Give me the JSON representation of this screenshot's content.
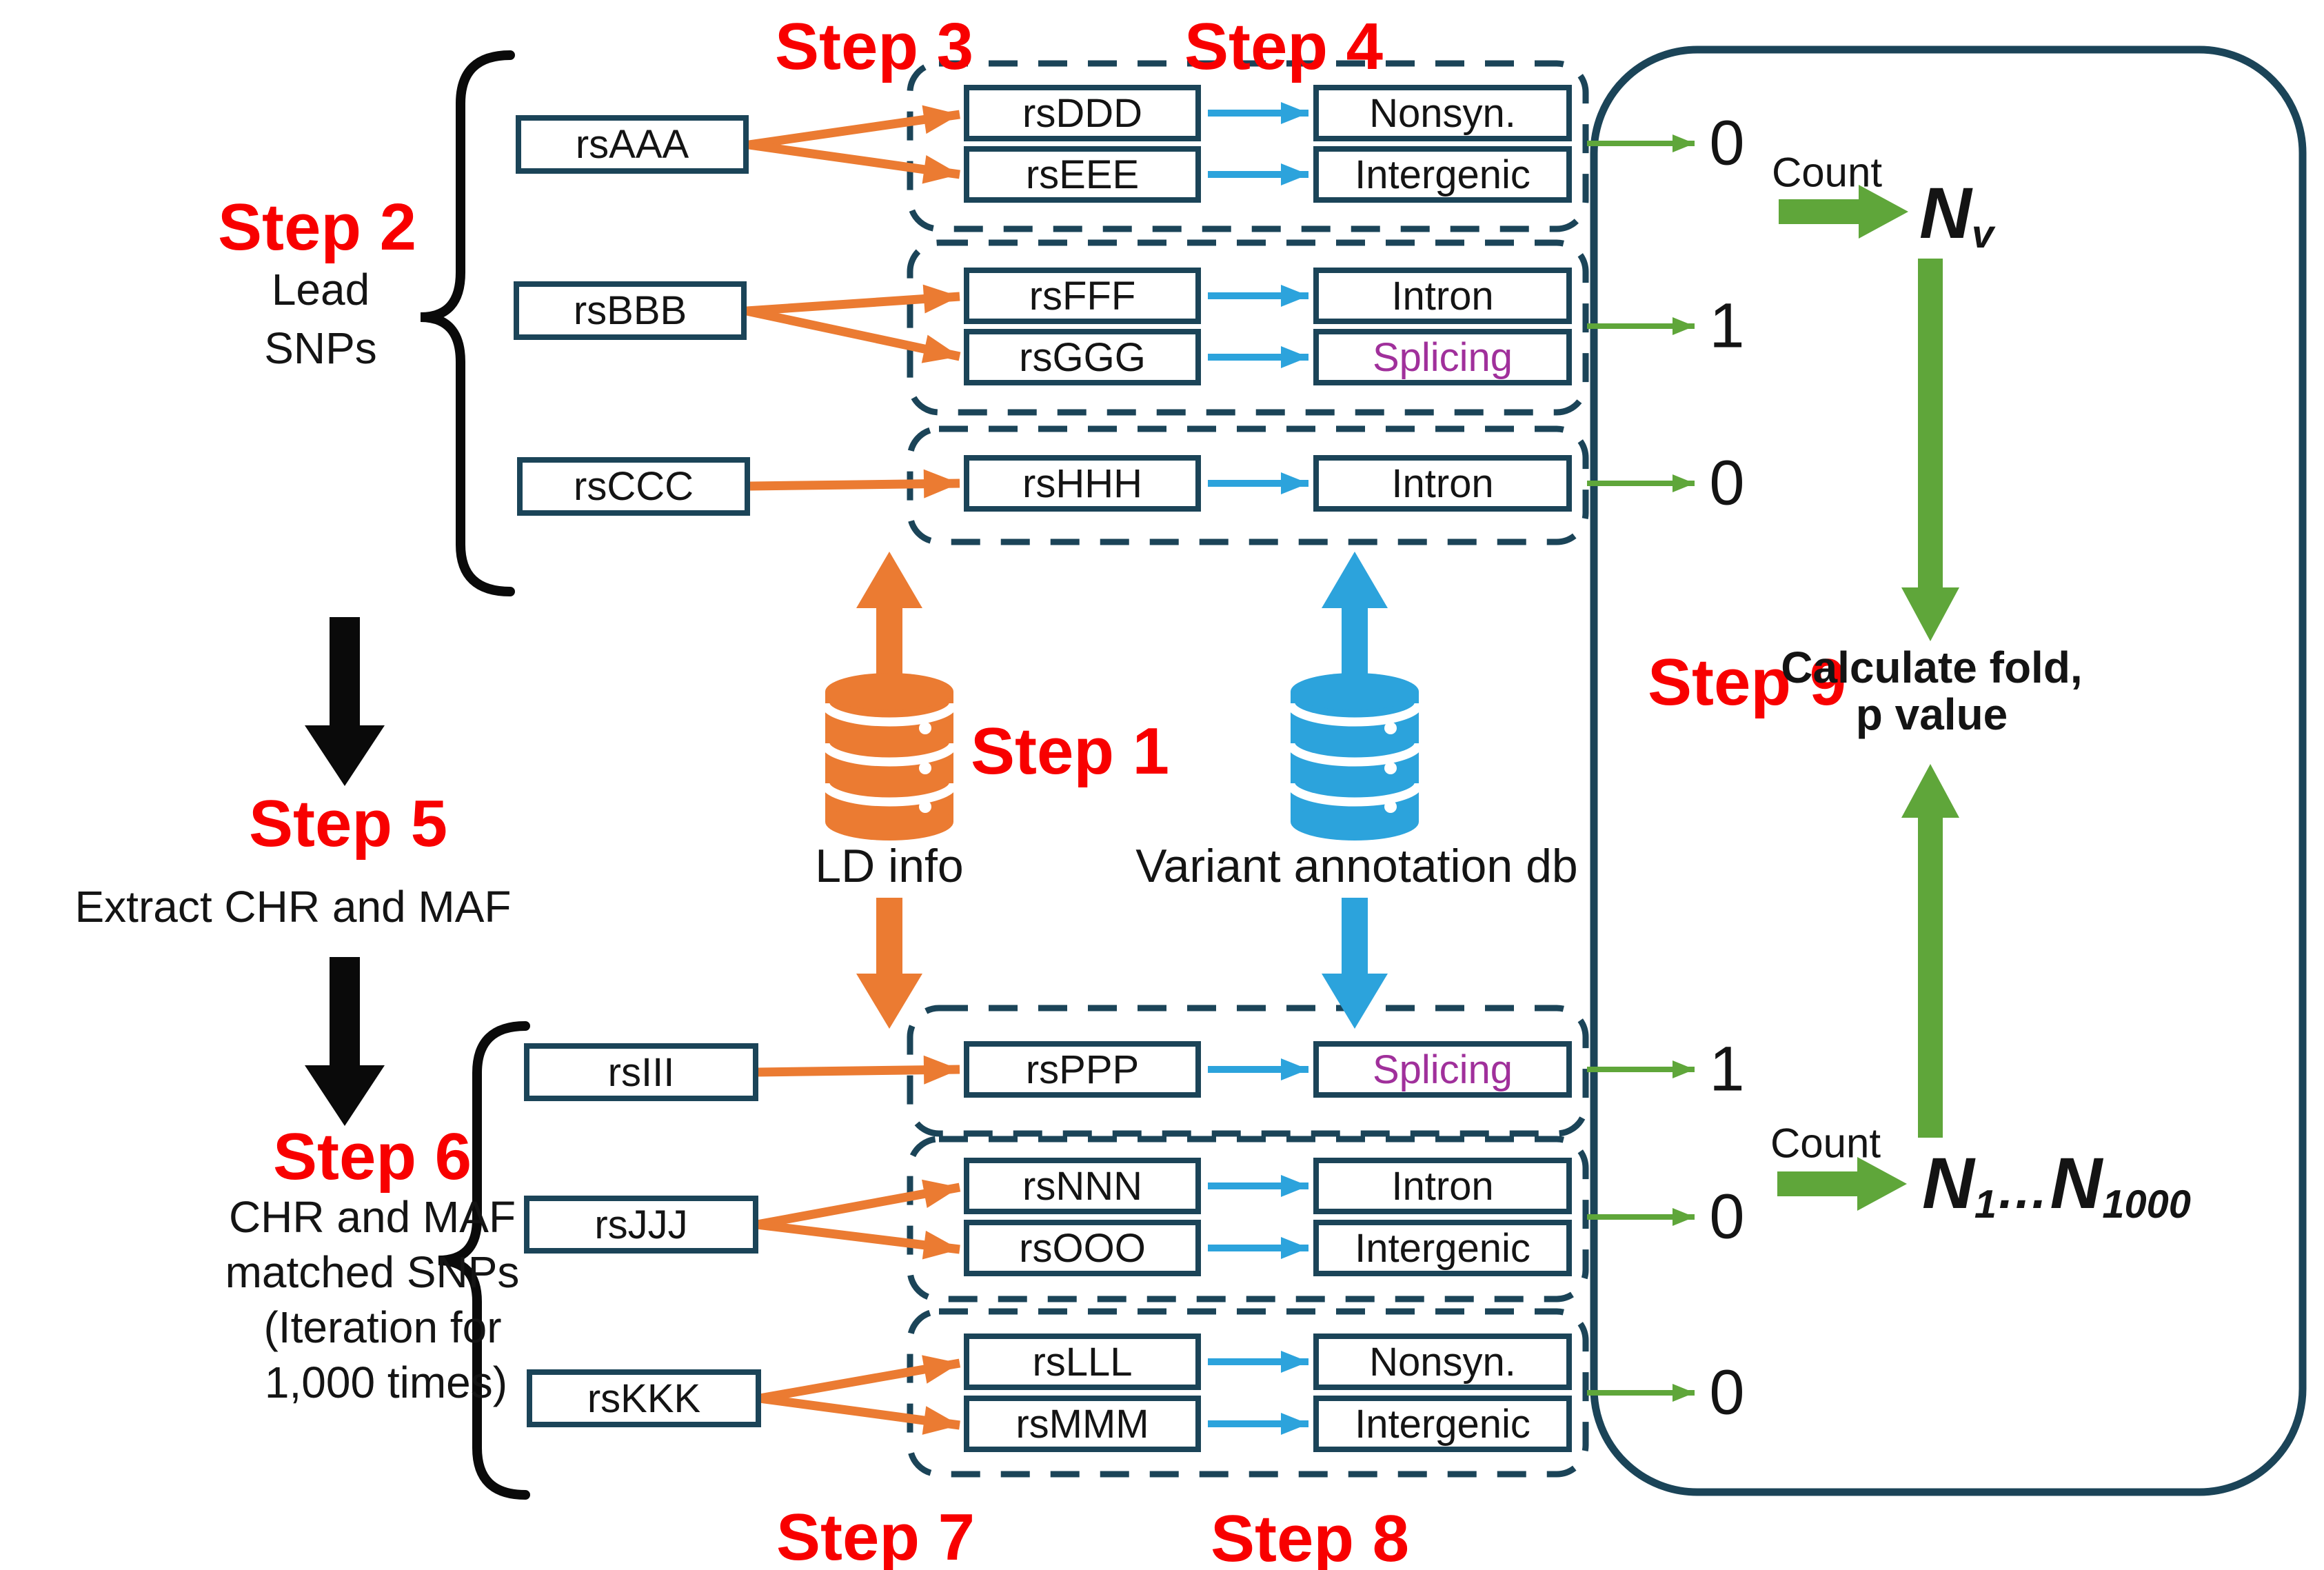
{
  "colors": {
    "navy": "#1b4458",
    "orange": "#eb7b32",
    "blue": "#2ca3dc",
    "green": "#5fa63a",
    "red": "#f80000",
    "purple": "#a0309b",
    "ink": "#141414"
  },
  "steps": {
    "s1": "Step 1",
    "s2": "Step 2",
    "s3": "Step 3",
    "s4": "Step 4",
    "s5": "Step 5",
    "s6": "Step 6",
    "s7": "Step 7",
    "s8": "Step 8",
    "s9": "Step 9"
  },
  "lead_section": {
    "title_line1": "Lead",
    "title_line2": "SNPs",
    "snps": [
      "rsAAA",
      "rsBBB",
      "rsCCC"
    ]
  },
  "step5_section": {
    "desc": "Extract CHR and MAF"
  },
  "step6_section": {
    "desc_lines": [
      "CHR and MAF",
      "matched SNPs",
      "(Iteration for",
      "1,000 times)"
    ],
    "snps": [
      "rsIII",
      "rsJJJ",
      "rsKKK"
    ]
  },
  "databases": {
    "ld_label": "LD info",
    "variant_label": "Variant annotation db"
  },
  "top_groups": [
    {
      "rows": [
        {
          "proxy": "rsDDD",
          "annotation": "Nonsyn."
        },
        {
          "proxy": "rsEEE",
          "annotation": "Intergenic"
        }
      ],
      "count": "0"
    },
    {
      "rows": [
        {
          "proxy": "rsFFF",
          "annotation": "Intron"
        },
        {
          "proxy": "rsGGG",
          "annotation": "Splicing"
        }
      ],
      "count": "1"
    },
    {
      "rows": [
        {
          "proxy": "rsHHH",
          "annotation": "Intron"
        }
      ],
      "count": "0"
    }
  ],
  "bottom_groups": [
    {
      "rows": [
        {
          "proxy": "rsPPP",
          "annotation": "Splicing"
        }
      ],
      "count": "1"
    },
    {
      "rows": [
        {
          "proxy": "rsNNN",
          "annotation": "Intron"
        },
        {
          "proxy": "rsOOO",
          "annotation": "Intergenic"
        }
      ],
      "count": "0"
    },
    {
      "rows": [
        {
          "proxy": "rsLLL",
          "annotation": "Nonsyn."
        },
        {
          "proxy": "rsMMM",
          "annotation": "Intergenic"
        }
      ],
      "count": "0"
    }
  ],
  "aggregation": {
    "count_label_top": "Count",
    "count_label_bottom": "Count",
    "nv_base": "N",
    "nv_sub": "v",
    "nseries_base1": "N",
    "nseries_sub1": "1",
    "nseries_dots": "…",
    "nseries_base2": "N",
    "nseries_sub2": "1000",
    "calc_line1": "Calculate fold,",
    "calc_line2": "p value"
  }
}
